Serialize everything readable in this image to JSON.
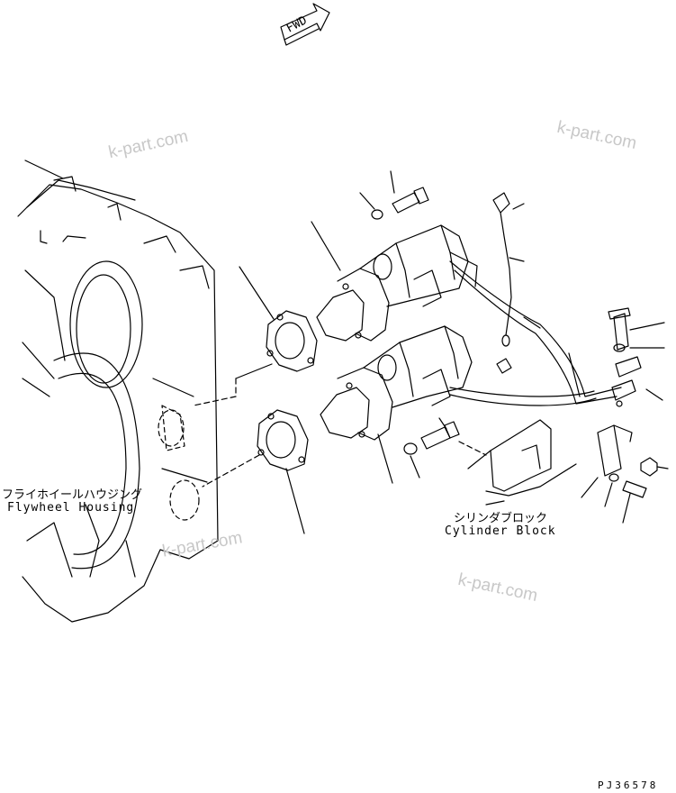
{
  "direction_label": "FWD",
  "labels": {
    "flywheel_jp": "フライホイールハウジング",
    "flywheel_en": "Flywheel Housing",
    "cylinder_jp": "シリンダブロック",
    "cylinder_en": "Cylinder Block"
  },
  "watermarks": [
    "k-part.com",
    "k-part.com",
    "k-part.com",
    "k-part.com"
  ],
  "drawing_code": "PJ36578",
  "colors": {
    "line": "#000000",
    "watermark": "#c8c8c8"
  }
}
